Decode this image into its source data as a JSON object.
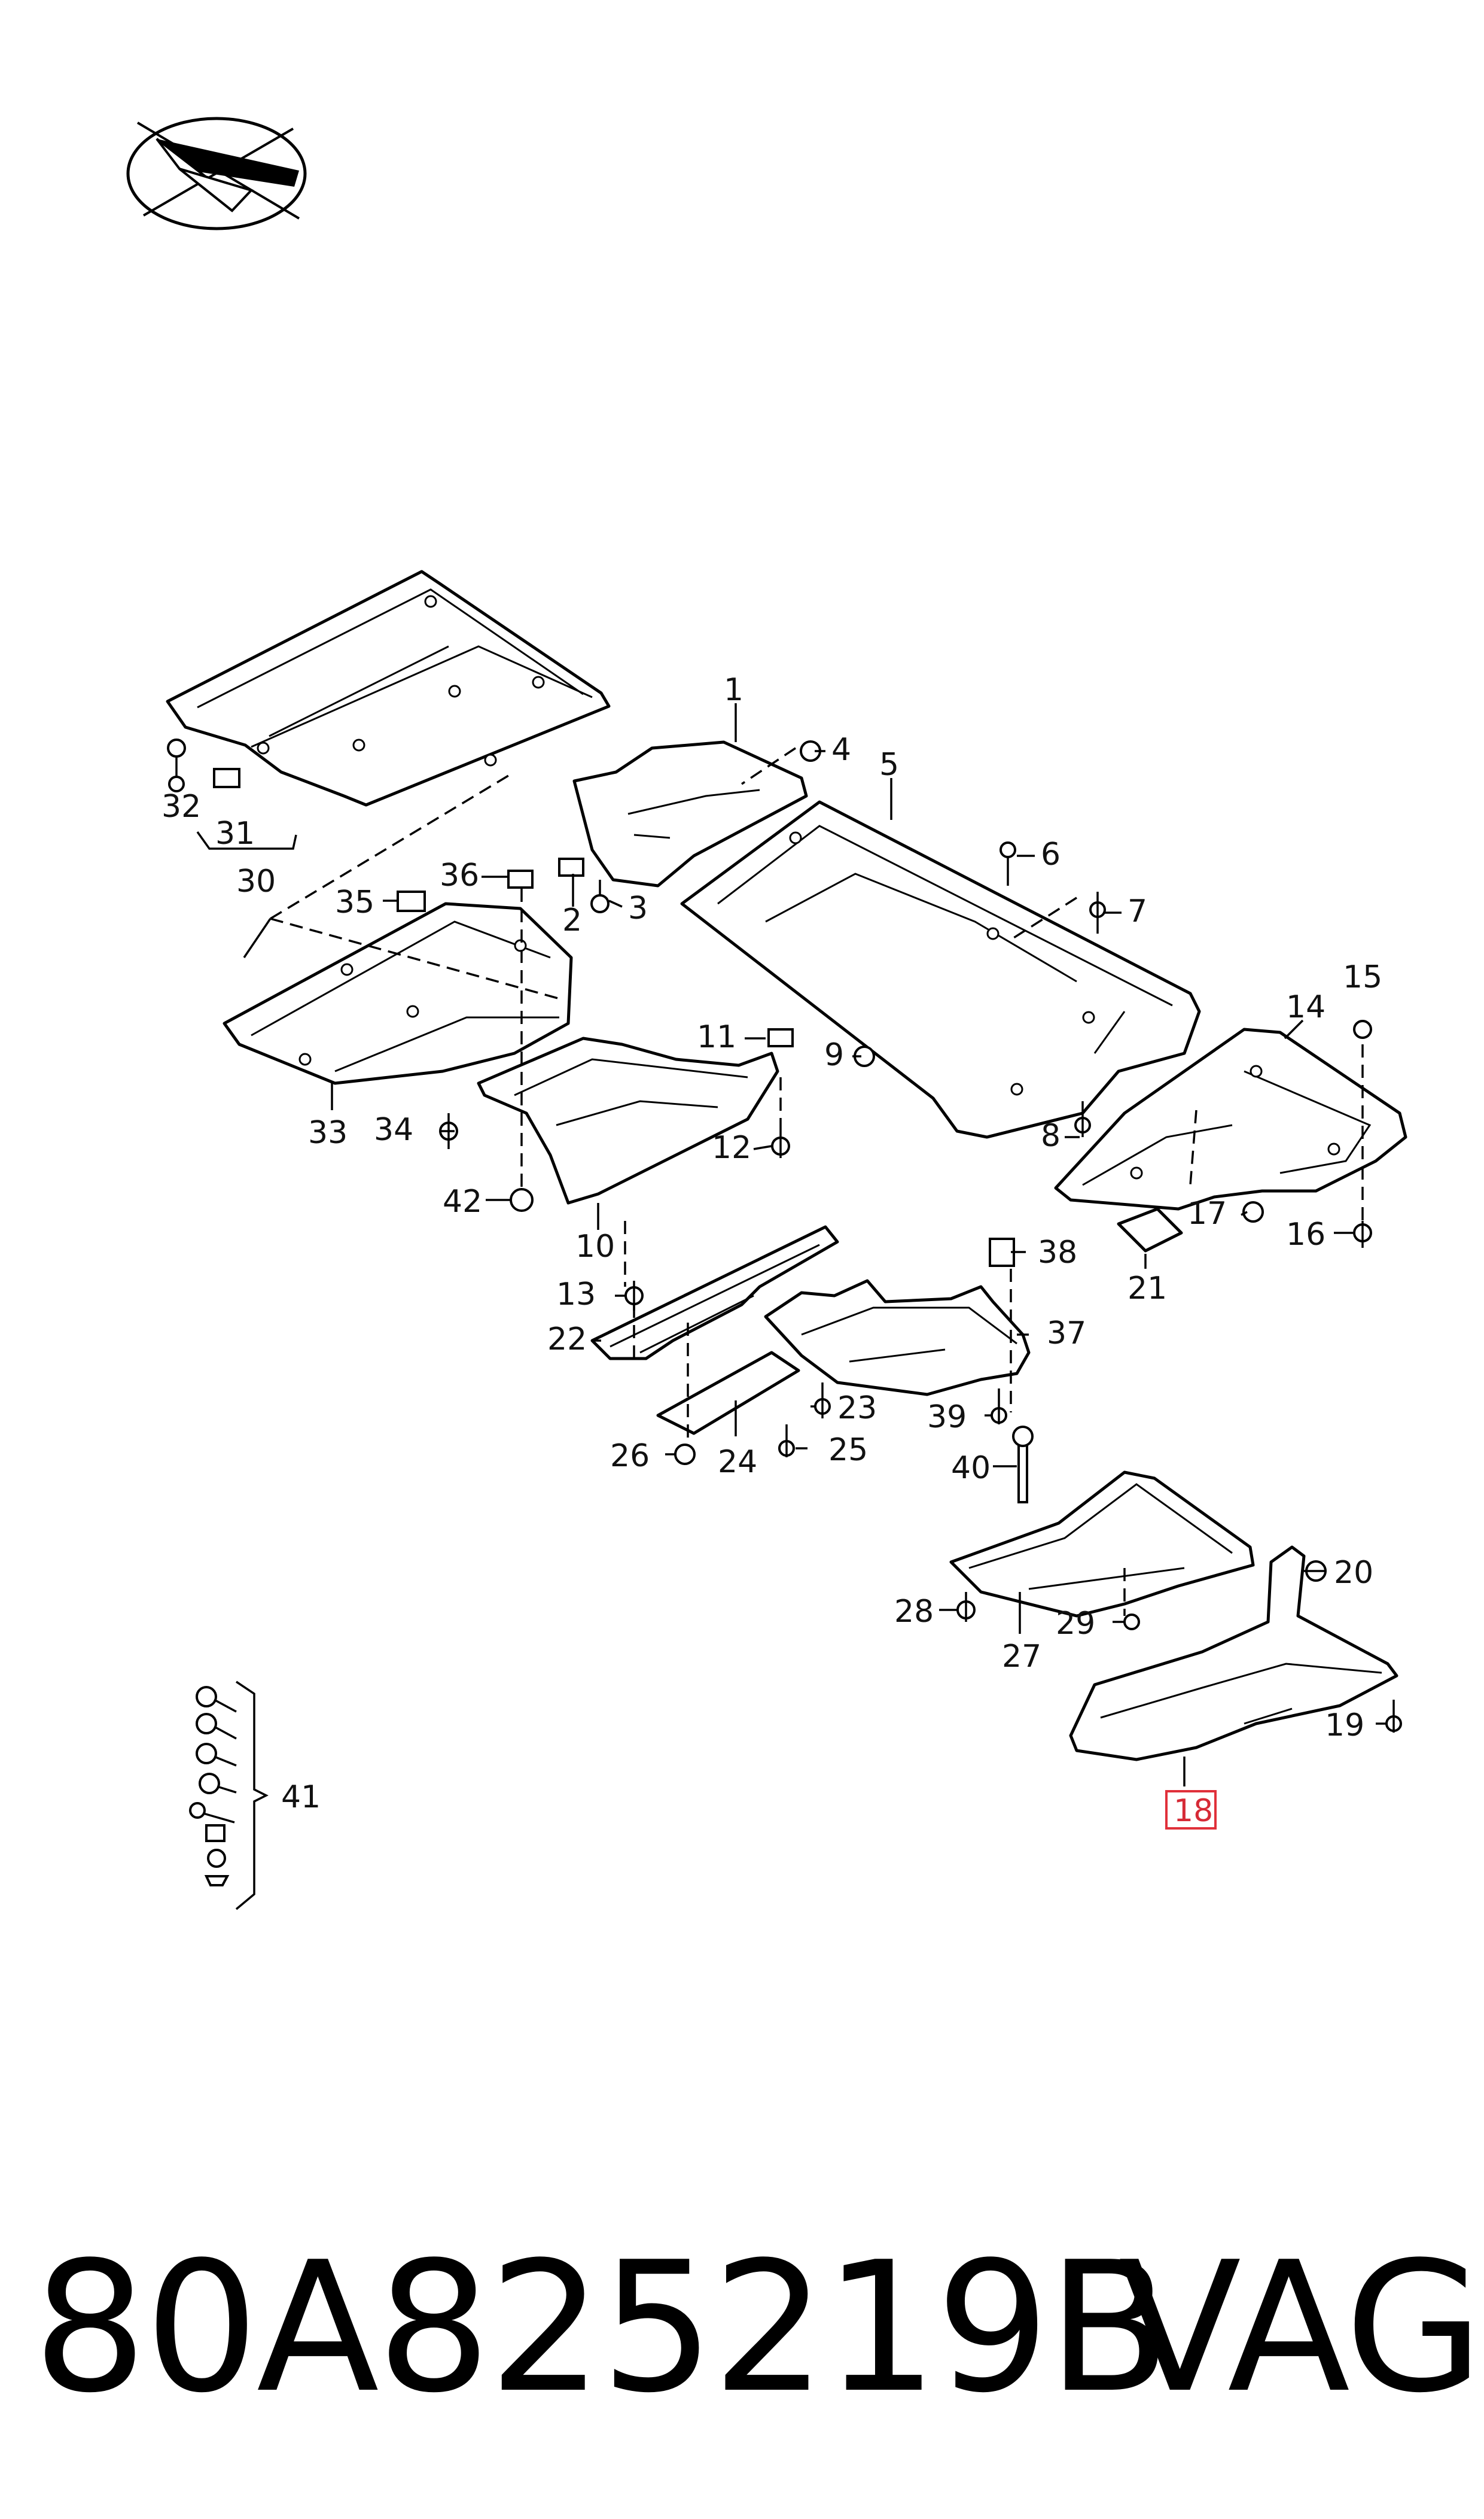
{
  "diagram": {
    "callouts": [
      {
        "id": "1",
        "text": "1"
      },
      {
        "id": "2",
        "text": "2"
      },
      {
        "id": "3",
        "text": "3"
      },
      {
        "id": "4",
        "text": "4"
      },
      {
        "id": "5",
        "text": "5"
      },
      {
        "id": "6",
        "text": "6"
      },
      {
        "id": "7",
        "text": "7"
      },
      {
        "id": "8",
        "text": "8"
      },
      {
        "id": "9",
        "text": "9"
      },
      {
        "id": "10",
        "text": "10"
      },
      {
        "id": "11",
        "text": "11"
      },
      {
        "id": "12",
        "text": "12"
      },
      {
        "id": "13",
        "text": "13"
      },
      {
        "id": "14",
        "text": "14"
      },
      {
        "id": "15",
        "text": "15"
      },
      {
        "id": "16",
        "text": "16"
      },
      {
        "id": "17",
        "text": "17"
      },
      {
        "id": "18",
        "text": "18",
        "highlighted": true
      },
      {
        "id": "19",
        "text": "19"
      },
      {
        "id": "20",
        "text": "20"
      },
      {
        "id": "21",
        "text": "21"
      },
      {
        "id": "22",
        "text": "22"
      },
      {
        "id": "23",
        "text": "23"
      },
      {
        "id": "24",
        "text": "24"
      },
      {
        "id": "25",
        "text": "25"
      },
      {
        "id": "26",
        "text": "26"
      },
      {
        "id": "27",
        "text": "27"
      },
      {
        "id": "28",
        "text": "28"
      },
      {
        "id": "29",
        "text": "29"
      },
      {
        "id": "30",
        "text": "30"
      },
      {
        "id": "31",
        "text": "31"
      },
      {
        "id": "32",
        "text": "32"
      },
      {
        "id": "33",
        "text": "33"
      },
      {
        "id": "34",
        "text": "34"
      },
      {
        "id": "35",
        "text": "35"
      },
      {
        "id": "36",
        "text": "36"
      },
      {
        "id": "37",
        "text": "37"
      },
      {
        "id": "38",
        "text": "38"
      },
      {
        "id": "39",
        "text": "39"
      },
      {
        "id": "40",
        "text": "40"
      },
      {
        "id": "41",
        "text": "41"
      },
      {
        "id": "42",
        "text": "42"
      }
    ],
    "highlight_color": "#e0303a",
    "orientation_icon": "vehicle-orientation-icon"
  },
  "footer": {
    "part_number": "80A825219B",
    "brand": "VAG"
  }
}
